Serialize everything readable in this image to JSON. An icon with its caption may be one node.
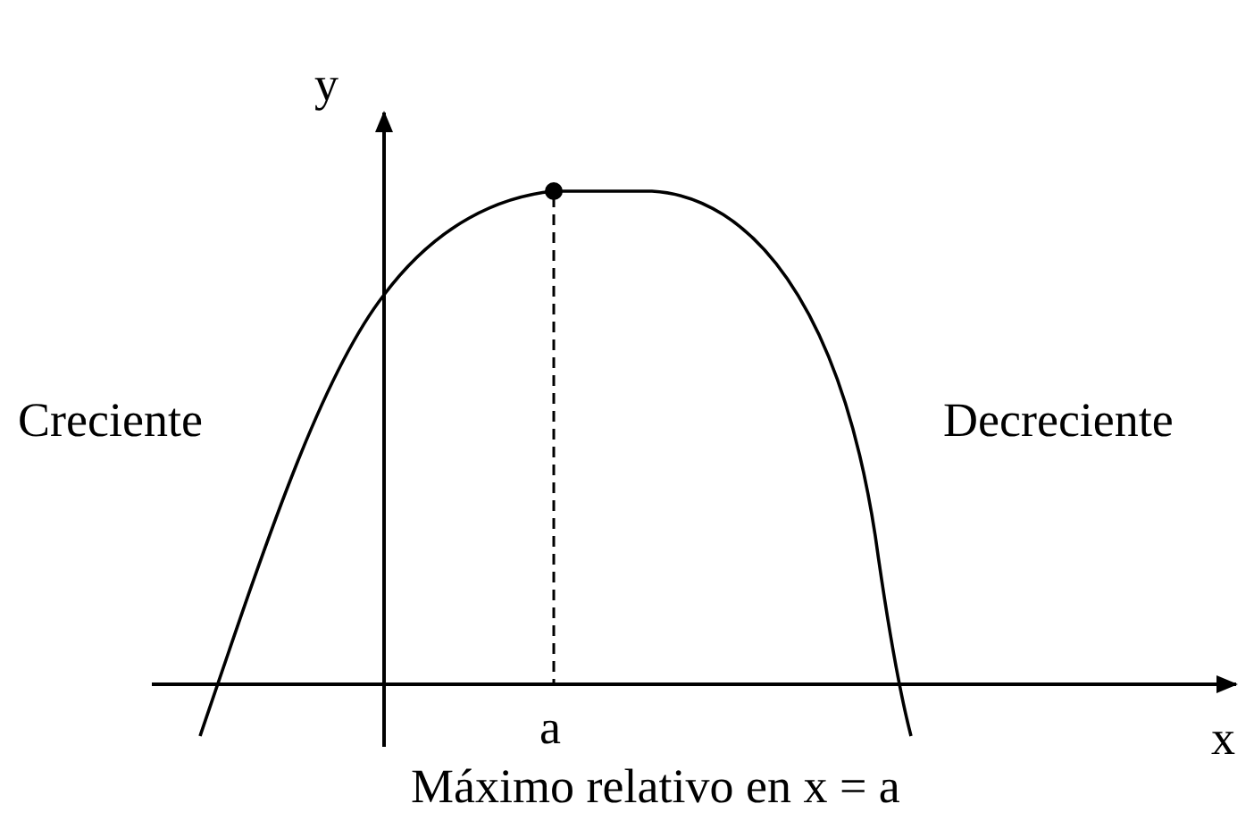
{
  "diagram": {
    "caption": "Máximo relativo en x = a",
    "labels": [
      "y",
      "Creciente",
      "Decreciente",
      "a",
      "x"
    ]
  }
}
